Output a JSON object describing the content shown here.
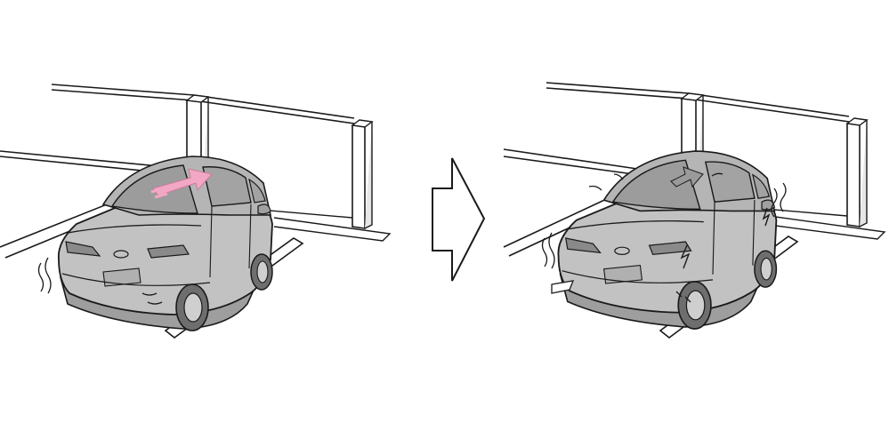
{
  "panels": [
    {
      "id": "before",
      "car_motion": "forward",
      "arrow_color": "#f2a7c4"
    },
    {
      "id": "after",
      "car_motion": "stopped-at-wall",
      "arrow_color": "#9a9a9a"
    }
  ],
  "transition": {
    "icon": "outline-right-arrow-icon"
  },
  "colors": {
    "body": "#bdbdbd",
    "body_dark": "#8c8c8c",
    "glass": "#a6a6a6",
    "outline": "#1a1a1a",
    "wall": "#ffffff"
  }
}
